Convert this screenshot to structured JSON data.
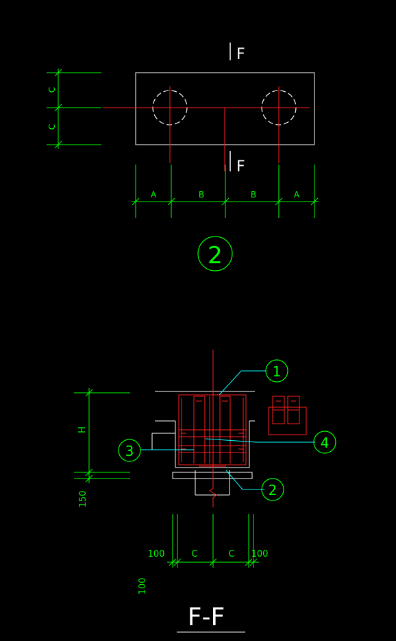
{
  "colors": {
    "background": "#000000",
    "outline": "#ffffff",
    "centerline": "#ff2020",
    "dimension": "#00ff00",
    "leader": "#00ffff",
    "rebar": "#ff2020"
  },
  "plan": {
    "section_marker_top": "F",
    "section_marker_bottom": "F",
    "dim_left": [
      "C",
      "C"
    ],
    "dim_bottom": [
      "A",
      "B",
      "B",
      "A"
    ],
    "detail_number": "2"
  },
  "section": {
    "title": "F-F",
    "dim_h": "H",
    "dim_150": "150",
    "dim_100_left": "100",
    "dim_c_left": "C",
    "dim_c_right": "C",
    "dim_100_right": "100",
    "dim_100_bottom": "100",
    "callouts": [
      "1",
      "2",
      "3",
      "4"
    ]
  }
}
